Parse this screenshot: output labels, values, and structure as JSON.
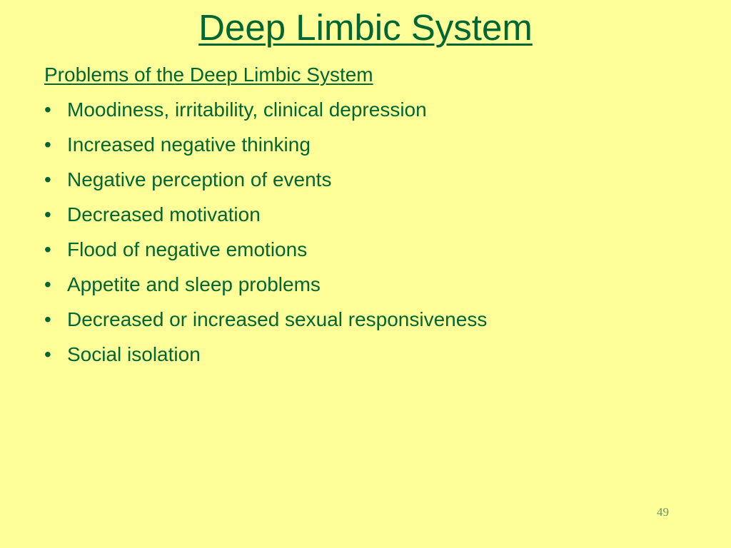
{
  "slide": {
    "title": "Deep Limbic System",
    "subtitle": "Problems of the Deep Limbic System",
    "bullet_glyph": "•",
    "bullets": [
      "Moodiness, irritability, clinical depression",
      "Increased negative thinking",
      "Negative perception of events",
      "Decreased motivation",
      "Flood of negative emotions",
      "Appetite and sleep problems",
      "Decreased or increased sexual responsiveness",
      "Social isolation"
    ],
    "page_number": "49"
  },
  "colors": {
    "background": "#ffff99",
    "text": "#006633",
    "page_number": "#669966"
  }
}
